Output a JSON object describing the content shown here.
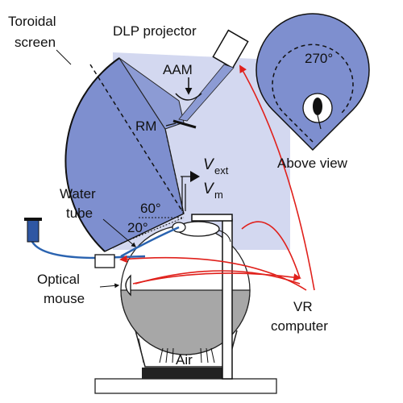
{
  "labels": {
    "toroidal_screen_1": "Toroidal",
    "toroidal_screen_2": "screen",
    "dlp_projector": "DLP projector",
    "aam": "AAM",
    "rm": "RM",
    "v_letter_1": "V",
    "v_sub_1": "ext",
    "v_letter_2": "V",
    "v_sub_2": "m",
    "water_tube_1": "Water",
    "water_tube_2": "tube",
    "angle_60": "60°",
    "angle_20": "20°",
    "optical_mouse_1": "Optical",
    "optical_mouse_2": "mouse",
    "vr_computer_1": "VR",
    "vr_computer_2": "computer",
    "air": "Air",
    "above_view_angle": "270°",
    "above_view": "Above view"
  },
  "colors": {
    "screen_fill": "#7e8fcf",
    "projection_fill": "#d3d8f0",
    "signal_line": "#e0201b",
    "water_tube": "#2a63b0",
    "reservoir": "#2f57a3",
    "ball_fill": "#ffffff",
    "ball_shadow": "#a7a7a7",
    "base": "#222222"
  }
}
